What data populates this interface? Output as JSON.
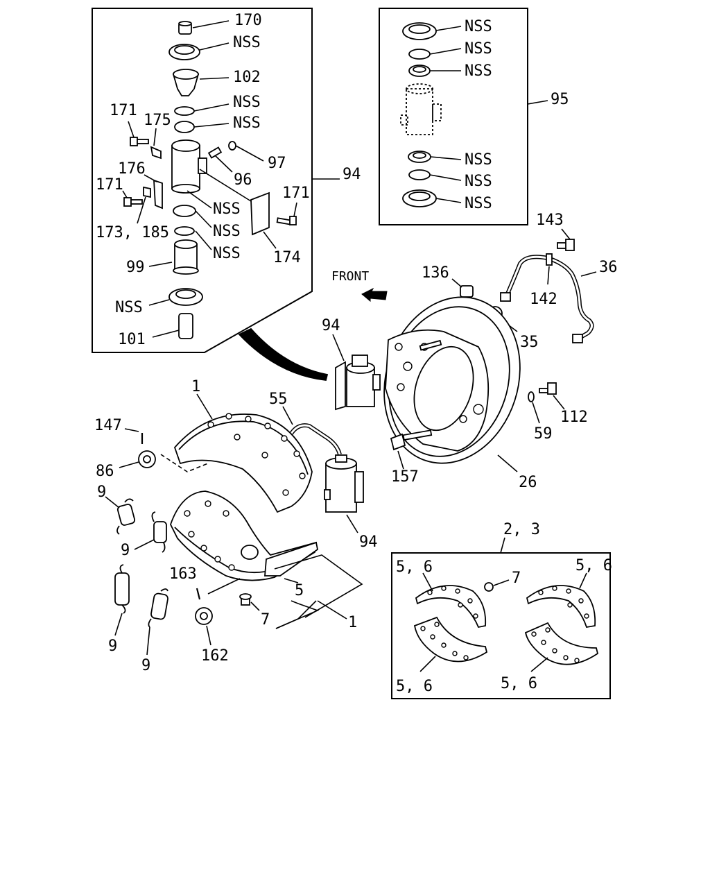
{
  "front_label": "FRONT",
  "callouts": {
    "c170": "170",
    "c102": "102",
    "c171a": "171",
    "c175": "175",
    "c97": "97",
    "c96": "96",
    "c176": "176",
    "c171b": "171",
    "c171c": "171",
    "c174": "174",
    "c173_185": "173, 185",
    "c99": "99",
    "c101": "101",
    "c94_box": "94",
    "c95": "95",
    "c143": "143",
    "c36": "36",
    "c136": "136",
    "c142": "142",
    "c35": "35",
    "c94_mid": "94",
    "c112": "112",
    "c59": "59",
    "c26": "26",
    "c157": "157",
    "c55": "55",
    "c1_top": "1",
    "c147": "147",
    "c86": "86",
    "c9_a": "9",
    "c9_b": "9",
    "c94_low": "94",
    "c163": "163",
    "c5": "5",
    "c7": "7",
    "c1_low": "1",
    "c9_c": "9",
    "c162": "162",
    "c9_d": "9",
    "c2_3": "2, 3",
    "c56_a": "5, 6",
    "c7_box": "7",
    "c56_b": "5, 6",
    "c56_c": "5, 6",
    "c56_d": "5, 6"
  },
  "nss_label": "NSS"
}
